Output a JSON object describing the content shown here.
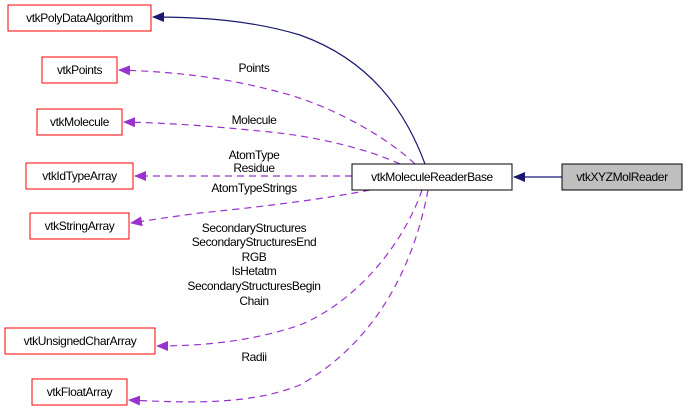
{
  "diagram": {
    "type": "class-collaboration-graph",
    "colors": {
      "external_node_border": "#ff0000",
      "normal_node_border": "#000000",
      "focus_node_fill": "#bfbfbf",
      "inheritance_edge": "#191970",
      "usage_edge": "#9a32cd"
    },
    "nodes": {
      "polydata_algorithm": "vtkPolyDataAlgorithm",
      "points": "vtkPoints",
      "molecule": "vtkMolecule",
      "idtype_array": "vtkIdTypeArray",
      "string_array": "vtkStringArray",
      "unsigned_char_array": "vtkUnsignedCharArray",
      "float_array": "vtkFloatArray",
      "molecule_reader_base": "vtkMoleculeReaderBase",
      "xyz_mol_reader": "vtkXYZMolReader"
    },
    "edges": {
      "points_label": [
        "Points"
      ],
      "molecule_label": [
        "Molecule"
      ],
      "idtype_label": [
        "AtomType",
        "Residue"
      ],
      "string_label": [
        "AtomTypeStrings"
      ],
      "unsigned_char_label": [
        "SecondaryStructures",
        "SecondaryStructuresEnd",
        "RGB",
        "IsHetatm",
        "SecondaryStructuresBegin",
        "Chain"
      ],
      "float_label": [
        "Radii"
      ]
    }
  }
}
